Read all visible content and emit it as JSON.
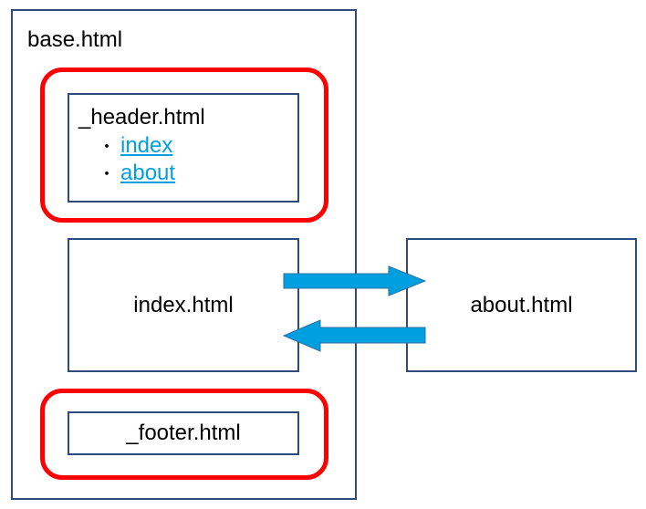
{
  "base": {
    "label": "base.html"
  },
  "header": {
    "label": "_header.html",
    "bullet": "・",
    "links": [
      "index",
      "about"
    ]
  },
  "index": {
    "label": "index.html"
  },
  "about": {
    "label": "about.html"
  },
  "footer": {
    "label": "_footer.html"
  },
  "colors": {
    "box_border": "#2f4b7c",
    "highlight": "#ff0000",
    "arrow_fill": "#00a0e0",
    "link": "#00a0e0"
  }
}
